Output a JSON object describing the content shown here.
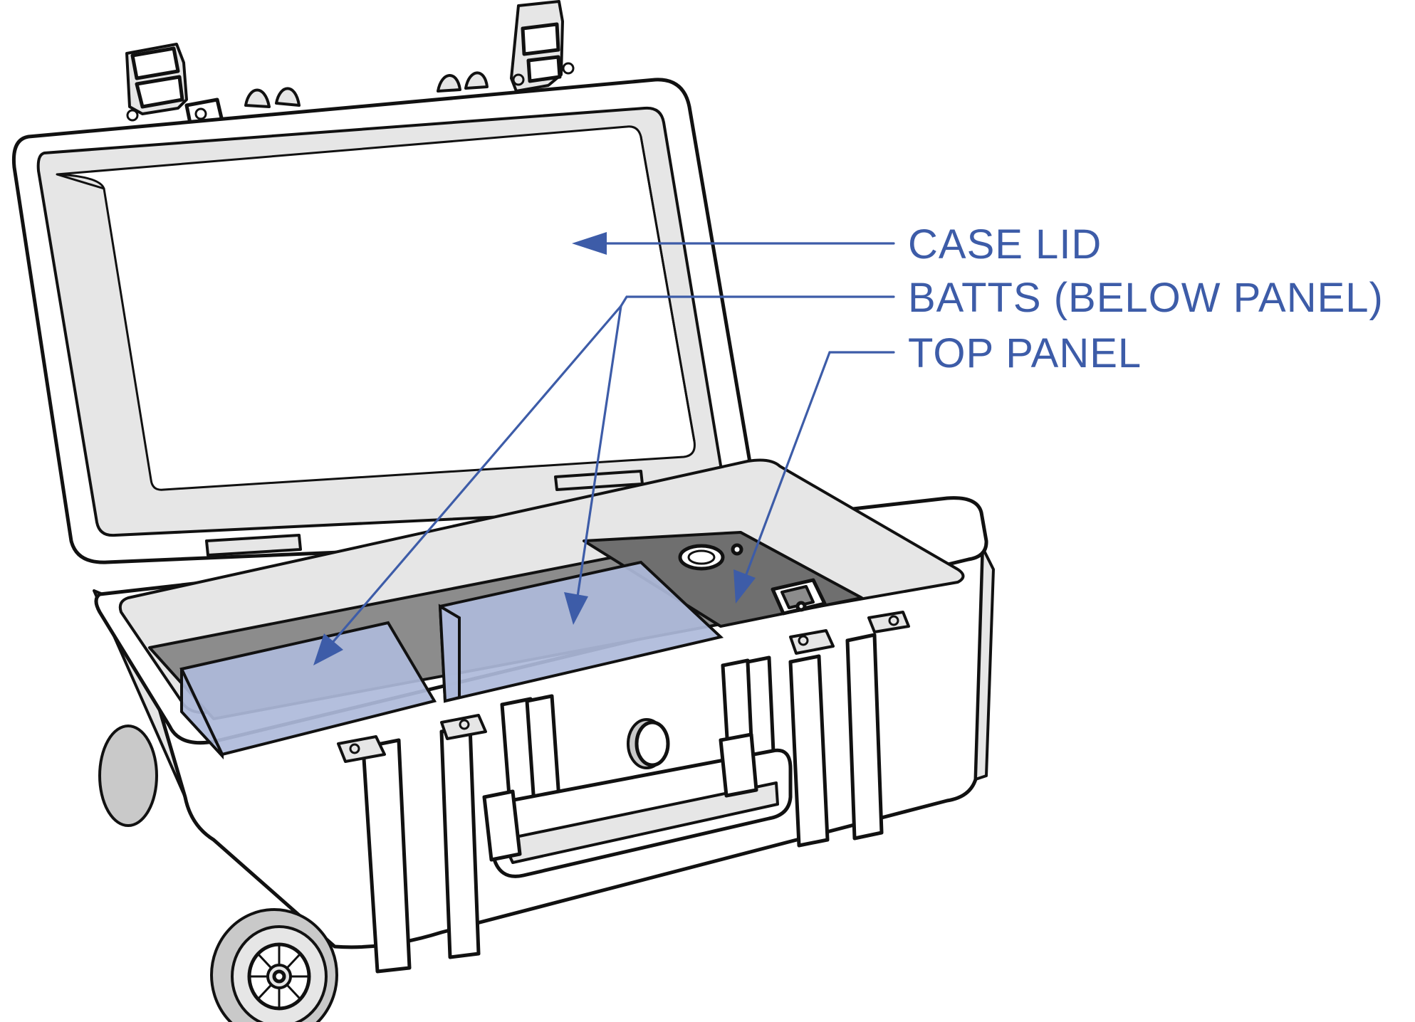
{
  "labels": {
    "case_lid": "CASE LID",
    "batts": "BATTS (BELOW PANEL)",
    "top_panel": "TOP PANEL"
  },
  "colors": {
    "annotation": "#3d5ca8",
    "battery_fill": "#aebada",
    "panel_fill": "#8c8c8c",
    "case_fill": "#e6e6e6",
    "outline": "#111111"
  }
}
